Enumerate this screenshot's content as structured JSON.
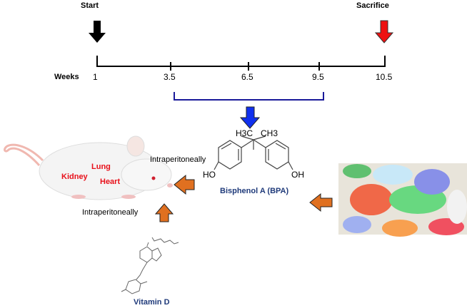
{
  "timeline": {
    "start_label": "Start",
    "end_label": "Sacrifice",
    "axis_label": "Weeks",
    "ticks": [
      "1",
      "3.5",
      "6.5",
      "9.5",
      "10.5"
    ]
  },
  "mouse": {
    "organs": [
      "Kidney",
      "Lung",
      "Heart"
    ]
  },
  "routes": {
    "bpa_route": "Intraperitoneally",
    "vitd_route": "Intraperitoneally"
  },
  "compounds": {
    "bpa": {
      "name": "Bisphenol A (BPA)",
      "formula_labels": {
        "ch3_left": "H3C",
        "ch3_right": "CH3",
        "oh_left": "HO",
        "oh_right": "OH"
      }
    },
    "vitamin_d": {
      "name": "Vitamin D"
    }
  },
  "colors": {
    "start_arrow": "#000000",
    "sacrifice_arrow": "#ee1111",
    "bracket": "#1a1a9a",
    "bpa_arrow": "#1030ee",
    "orange_arrow": "#e07020",
    "organ_text": "#e8101a",
    "compound_text": "#1f3a7a"
  }
}
